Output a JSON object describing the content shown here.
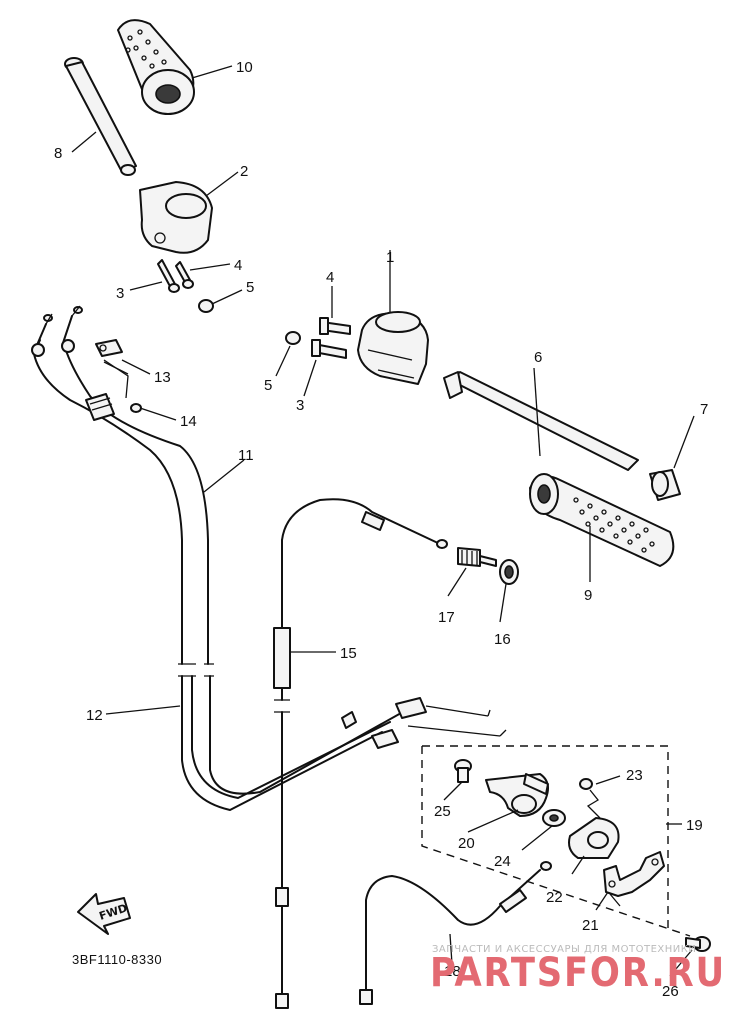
{
  "diagram": {
    "part_labels": {
      "p1": "1",
      "p2": "2",
      "p3a": "3",
      "p3b": "3",
      "p4a": "4",
      "p4b": "4",
      "p5a": "5",
      "p5b": "5",
      "p6": "6",
      "p7": "7",
      "p8": "8",
      "p9": "9",
      "p10": "10",
      "p11": "11",
      "p12": "12",
      "p13": "13",
      "p14": "14",
      "p15": "15",
      "p16": "16",
      "p17": "17",
      "p18": "18",
      "p19": "19",
      "p20": "20",
      "p21": "21",
      "p22": "22",
      "p23": "23",
      "p24": "24",
      "p25": "25",
      "p26": "26"
    },
    "drawing_code": "3BF1110-8330",
    "fwd_arrow_label": "FWD",
    "watermark_small": "ЗАПЧАСТИ И АКСЕССУАРЫ ДЛЯ МОТОТЕХНИКИ",
    "watermark_logo": "PARTSFOR.RU"
  }
}
